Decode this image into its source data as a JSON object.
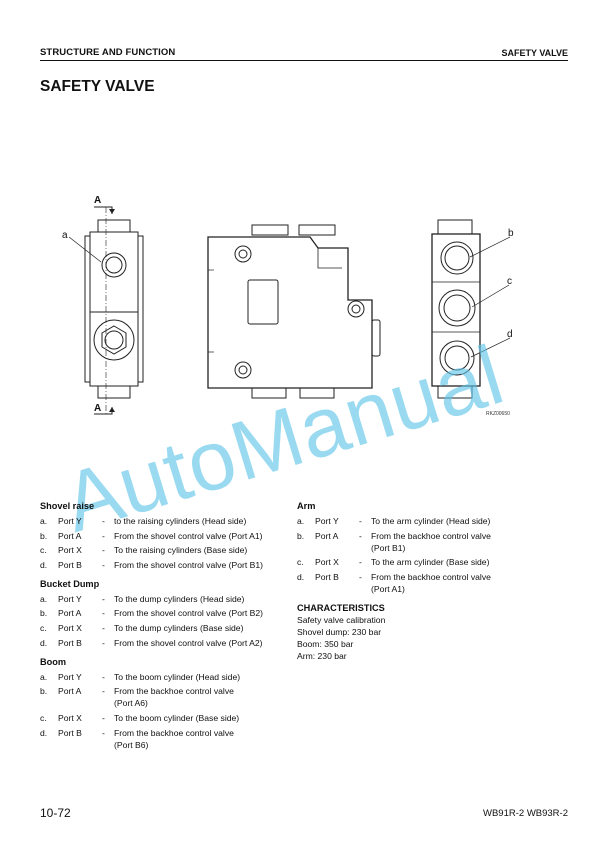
{
  "header": {
    "left": "STRUCTURE AND FUNCTION",
    "right": "SAFETY VALVE"
  },
  "title": "SAFETY VALVE",
  "figure": {
    "section_mark": "A",
    "callouts": [
      "a",
      "b",
      "c",
      "d"
    ],
    "figure_id": "RKZ00650"
  },
  "watermark": "AutoManual",
  "sections": [
    {
      "heading": "Shovel raise",
      "rows": [
        {
          "letter": "a.",
          "port": "Port Y",
          "dash": "-",
          "text": "to the raising cylinders (Head side)"
        },
        {
          "letter": "b.",
          "port": "Port A",
          "dash": "-",
          "text": "From the shovel control valve (Port A1)"
        },
        {
          "letter": "c.",
          "port": "Port X",
          "dash": "-",
          "text": "To the raising cylinders (Base side)"
        },
        {
          "letter": "d.",
          "port": "Port B",
          "dash": "-",
          "text": "From the shovel control valve (Port B1)"
        }
      ]
    },
    {
      "heading": "Bucket Dump",
      "rows": [
        {
          "letter": "a.",
          "port": "Port Y",
          "dash": "-",
          "text": "To the dump cylinders (Head side)"
        },
        {
          "letter": "b.",
          "port": "Port A",
          "dash": "-",
          "text": "From the shovel control valve (Port B2)"
        },
        {
          "letter": "c.",
          "port": "Port X",
          "dash": "-",
          "text": "To the dump cylinders (Base side)"
        },
        {
          "letter": "d.",
          "port": "Port B",
          "dash": "-",
          "text": "From the shovel control valve (Port A2)"
        }
      ]
    },
    {
      "heading": "Boom",
      "rows": [
        {
          "letter": "a.",
          "port": "Port Y",
          "dash": "-",
          "text": "To the boom cylinder (Head side)"
        },
        {
          "letter": "b.",
          "port": "Port A",
          "dash": "-",
          "text": "From the backhoe control valve\n(Port A6)"
        },
        {
          "letter": "c.",
          "port": "Port X",
          "dash": "-",
          "text": "To the boom cylinder (Base side)"
        },
        {
          "letter": "d.",
          "port": "Port B",
          "dash": "-",
          "text": "From the backhoe control valve\n(Port B6)"
        }
      ]
    },
    {
      "heading": "Arm",
      "rows": [
        {
          "letter": "a.",
          "port": "Port Y",
          "dash": "-",
          "text": "To the arm cylinder (Head side)"
        },
        {
          "letter": "b.",
          "port": "Port A",
          "dash": "-",
          "text": "From the backhoe control valve\n(Port B1)"
        },
        {
          "letter": "c.",
          "port": "Port X",
          "dash": "-",
          "text": "To the arm cylinder (Base side)"
        },
        {
          "letter": "d.",
          "port": "Port B",
          "dash": "-",
          "text": "From the backhoe control valve\n(Port A1)"
        }
      ]
    }
  ],
  "characteristics": {
    "heading": "CHARACTERISTICS",
    "lines": [
      "Safety valve calibration",
      "Shovel dump: 230 bar",
      "Boom: 350 bar",
      "Arm: 230 bar"
    ]
  },
  "footer": {
    "page": "10-72",
    "model": "WB91R-2 WB93R-2"
  }
}
